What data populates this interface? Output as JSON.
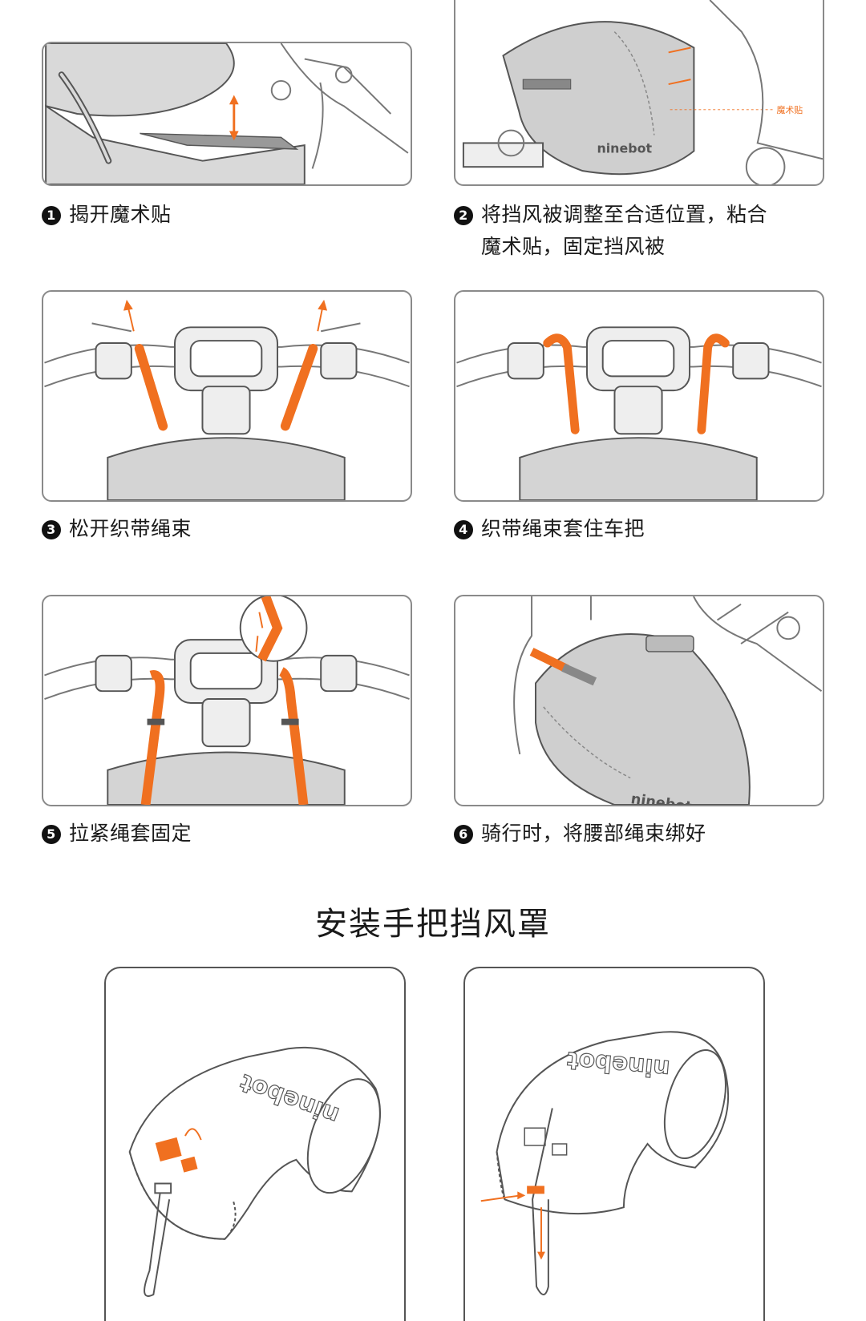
{
  "steps": [
    {
      "num": "1",
      "text": "揭开魔术贴",
      "text2": ""
    },
    {
      "num": "2",
      "text": "将挡风被调整至合适位置，粘合",
      "text2": "魔术贴，固定挡风被"
    },
    {
      "num": "3",
      "text": "松开织带绳束",
      "text2": ""
    },
    {
      "num": "4",
      "text": "织带绳束套住车把",
      "text2": ""
    },
    {
      "num": "5",
      "text": "拉紧绳套固定",
      "text2": ""
    },
    {
      "num": "6",
      "text": "骑行时，将腰部绳束绑好",
      "text2": ""
    }
  ],
  "callouts": {
    "velcro_label": "魔术贴"
  },
  "brand": {
    "logo_text": "ninebot"
  },
  "section": {
    "title": "安装手把挡风罩"
  },
  "colors": {
    "accent": "#F07020",
    "cover_gray": "#d8d8d8",
    "line": "#555555"
  }
}
